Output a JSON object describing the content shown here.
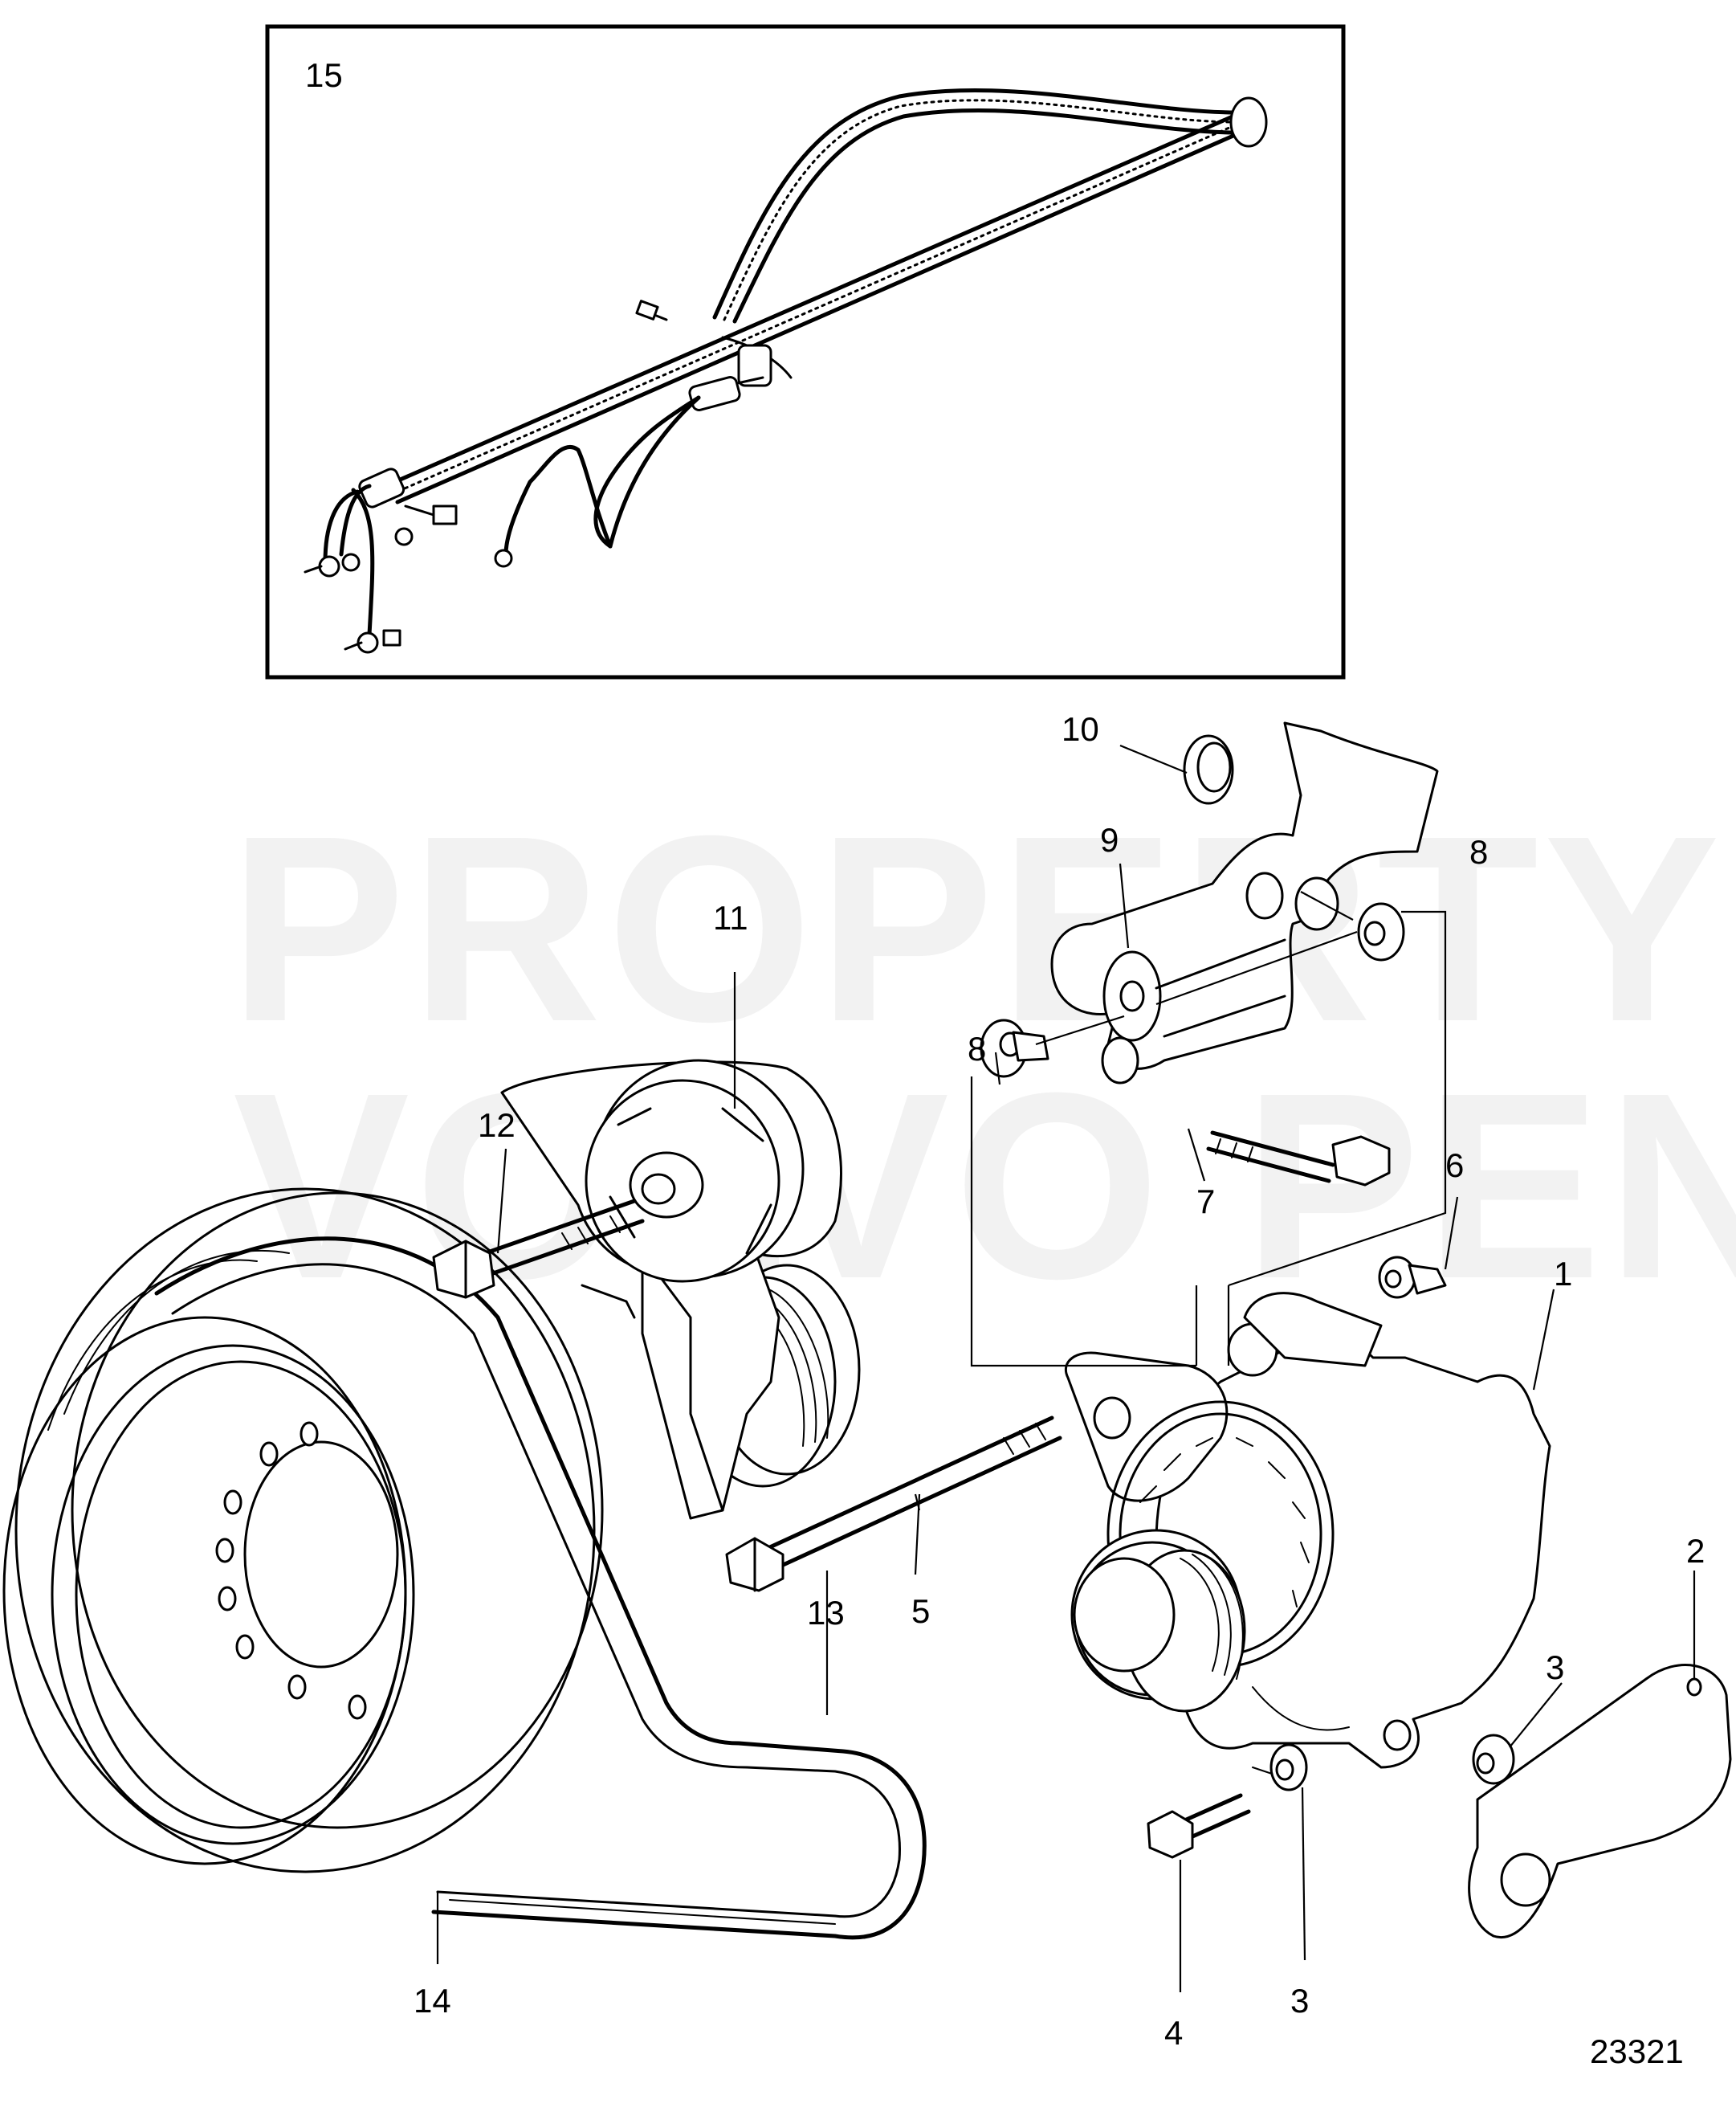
{
  "watermark": {
    "line1": "PROPERTY OF",
    "line2": "VOLVO PENTA"
  },
  "callouts": {
    "c1": "1",
    "c2": "2",
    "c3a": "3",
    "c3b": "3",
    "c4": "4",
    "c5": "5",
    "c6": "6",
    "c7": "7",
    "c8a": "8",
    "c8b": "8",
    "c9": "9",
    "c10": "10",
    "c11": "11",
    "c12": "12",
    "c13": "13",
    "c14": "14",
    "c15": "15"
  },
  "figure_number": "23321"
}
